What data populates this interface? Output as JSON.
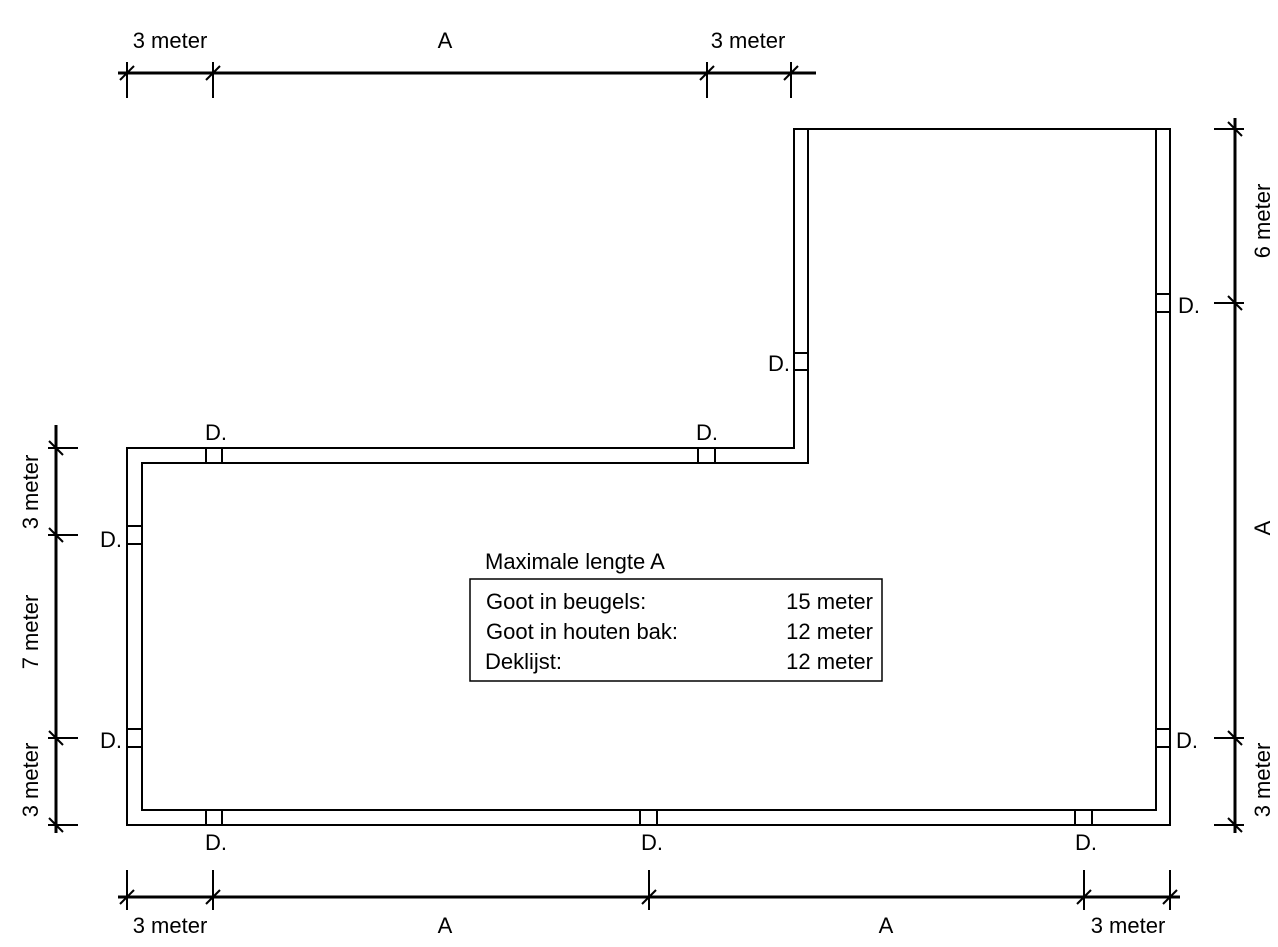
{
  "dimensions": {
    "top": [
      "3 meter",
      "A",
      "3 meter"
    ],
    "bottom": [
      "3 meter",
      "A",
      "A",
      "3 meter"
    ],
    "left": [
      "3 meter",
      "7 meter",
      "3 meter"
    ],
    "right": [
      "6 meter",
      "A",
      "3 meter"
    ]
  },
  "downspout_label": "D.",
  "legend": {
    "title": "Maximale lengte A",
    "rows": [
      {
        "label": "Goot in beugels:",
        "value": "15 meter"
      },
      {
        "label": "Goot in houten bak:",
        "value": "12 meter"
      },
      {
        "label": "Deklijst:",
        "value": "12 meter"
      }
    ]
  }
}
